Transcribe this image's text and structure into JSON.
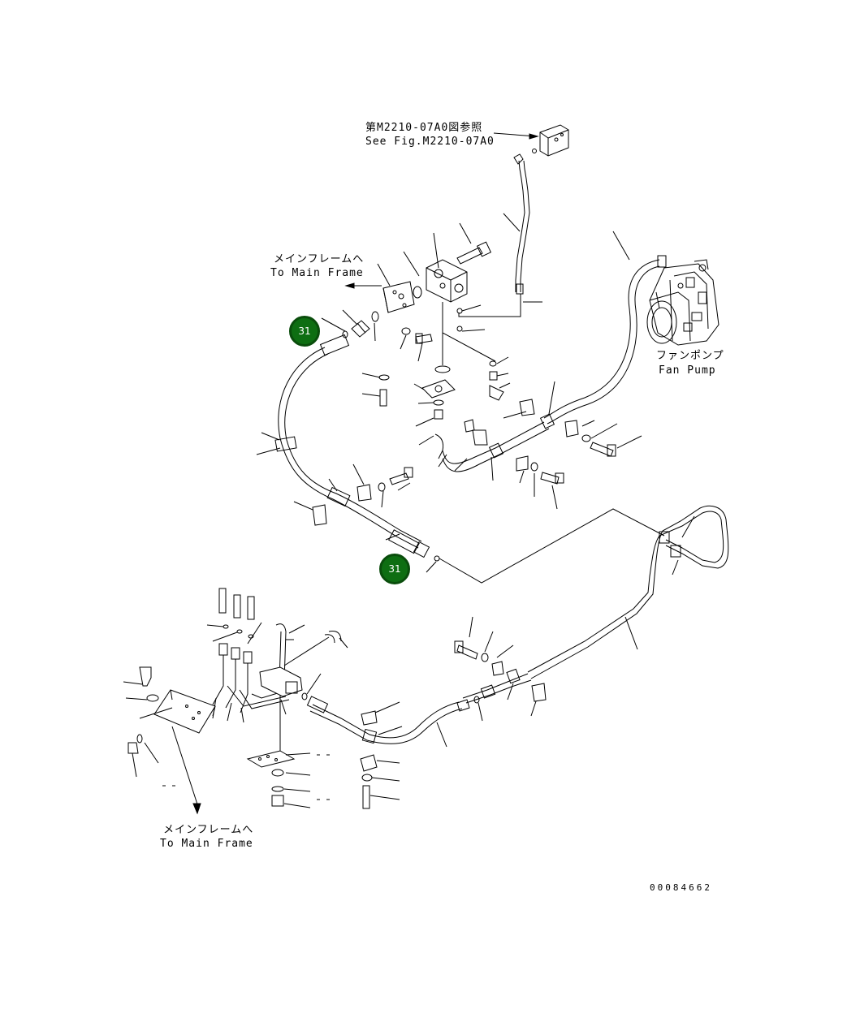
{
  "callouts": {
    "see_fig_jp": "第M2210-07A0図参照",
    "see_fig_en": "See Fig.M2210-07A0",
    "main_frame_upper_jp": "メインフレームへ",
    "main_frame_upper_en": "To Main Frame",
    "fan_pump_jp": "ファンポンプ",
    "fan_pump_en": "Fan Pump",
    "main_frame_lower_jp": "メインフレームへ",
    "main_frame_lower_en": "To Main Frame"
  },
  "markers": [
    {
      "label": "31"
    },
    {
      "label": "31"
    }
  ],
  "drawing_number": "00084662",
  "colors": {
    "marker_fill": "#0e6e12",
    "line": "#000000",
    "background": "#ffffff"
  }
}
